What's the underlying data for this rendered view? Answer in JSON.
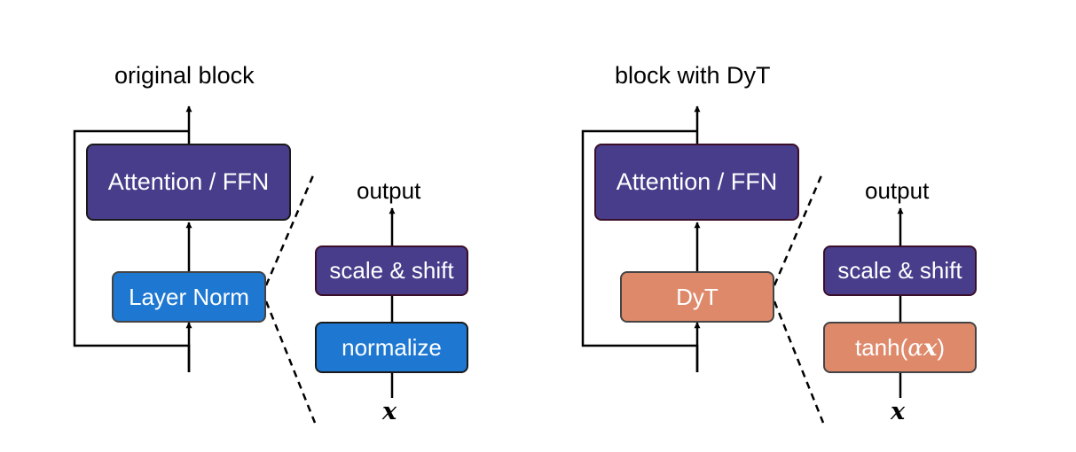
{
  "colors": {
    "attention": "#483D8B",
    "scale": "#483D8B",
    "layer_norm": "#1E78D2",
    "normalize": "#1E78D2",
    "dyt": "#DF896B",
    "tanh": "#DF896B",
    "stroke": "#1a1a1a"
  },
  "left": {
    "title": "original block",
    "main_box": "Attention / FFN",
    "norm_box": "Layer Norm",
    "detail": {
      "output": "output",
      "top_box": "scale & shift",
      "bottom_box": "normalize",
      "input": "x"
    }
  },
  "right": {
    "title": "block with DyT",
    "main_box": "Attention / FFN",
    "norm_box": "DyT",
    "detail": {
      "output": "output",
      "top_box": "scale & shift",
      "bottom_box": {
        "func": "tanh(",
        "alpha": "α",
        "x": "x",
        "close": ")"
      },
      "input": "x"
    }
  },
  "icons": [
    "arrow-up-icon",
    "dashed-zoom-line"
  ]
}
